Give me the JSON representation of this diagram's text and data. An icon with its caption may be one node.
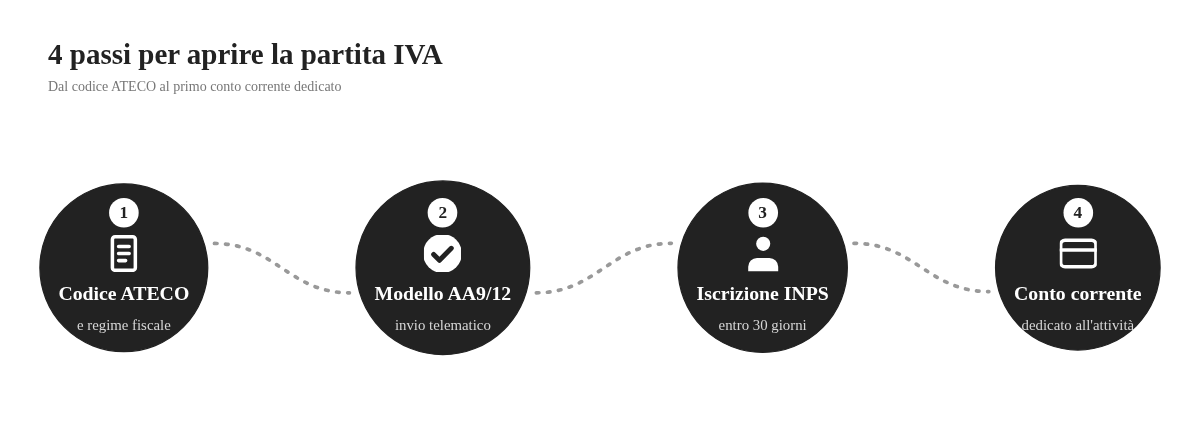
{
  "diagram": {
    "title": "4 passi per aprire la partita IVA",
    "labels": [
      "Dal codice ATECO al primo conto corrente dedicato"
    ],
    "nodes": [
      {
        "text": [
          "1",
          "Codice ATECO",
          "e regime fiscale"
        ]
      },
      {
        "text": [
          "2",
          "Modello AA9/12",
          "invio telematico"
        ]
      },
      {
        "text": [
          "3",
          "Iscrizione INPS",
          "entro 30 giorni"
        ]
      },
      {
        "text": [
          "4",
          "Conto corrente",
          "dedicato all'attività"
        ]
      }
    ],
    "edges": [
      {
        "from": 0,
        "to": 1,
        "arrow": "none",
        "style": "dashed"
      },
      {
        "from": 1,
        "to": 2,
        "arrow": "none",
        "style": "dashed"
      },
      {
        "from": 2,
        "to": 3,
        "arrow": "none",
        "style": "dashed"
      }
    ]
  }
}
